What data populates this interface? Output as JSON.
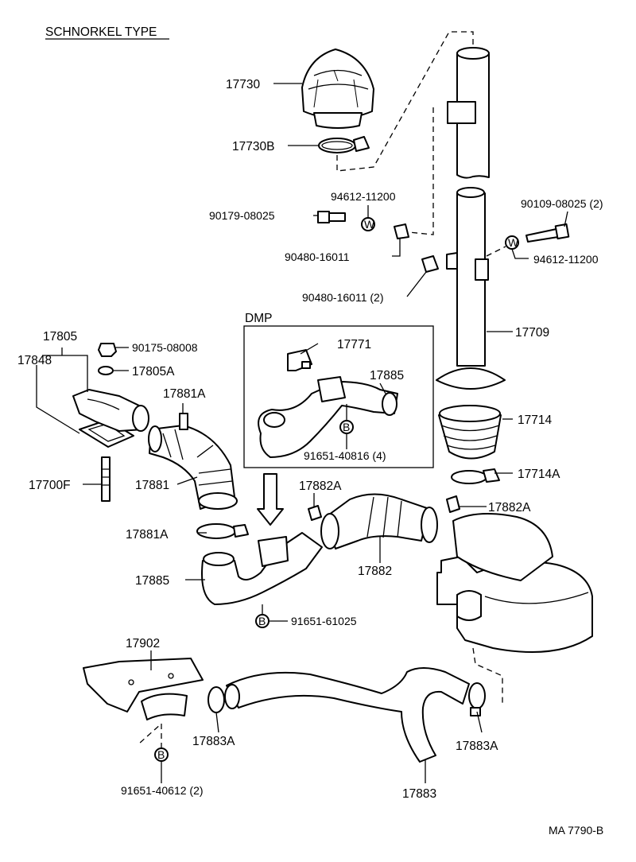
{
  "title": "SCHNORKEL TYPE",
  "footer_code": "MA 7790-B",
  "dmp_box_label": "DMP",
  "badge_w": "W",
  "badge_b": "B",
  "labels": {
    "l17730": "17730",
    "l17730B": "17730B",
    "l94612a": "94612-11200",
    "l90179": "90179-08025",
    "l90480a": "90480-16011",
    "l90109": "90109-08025 (2)",
    "l94612b": "94612-11200",
    "l90480b": "90480-16011 (2)",
    "l17709": "17709",
    "l17805": "17805",
    "l17848": "17848",
    "l90175": "90175-08008",
    "l17805A": "17805A",
    "l17881A_top": "17881A",
    "l17771": "17771",
    "l17885_dmp": "17885",
    "l91651_40816": "91651-40816 (4)",
    "l17714": "17714",
    "l17714A": "17714A",
    "l17700F": "17700F",
    "l17881": "17881",
    "l17882A_left": "17882A",
    "l17882A_right": "17882A",
    "l17881A_bot": "17881A",
    "l17882": "17882",
    "l17885": "17885",
    "l91651_61025": "91651-61025",
    "l17902": "17902",
    "l17883A_left": "17883A",
    "l17883A_right": "17883A",
    "l91651_40612": "91651-40612 (2)",
    "l17883": "17883"
  }
}
